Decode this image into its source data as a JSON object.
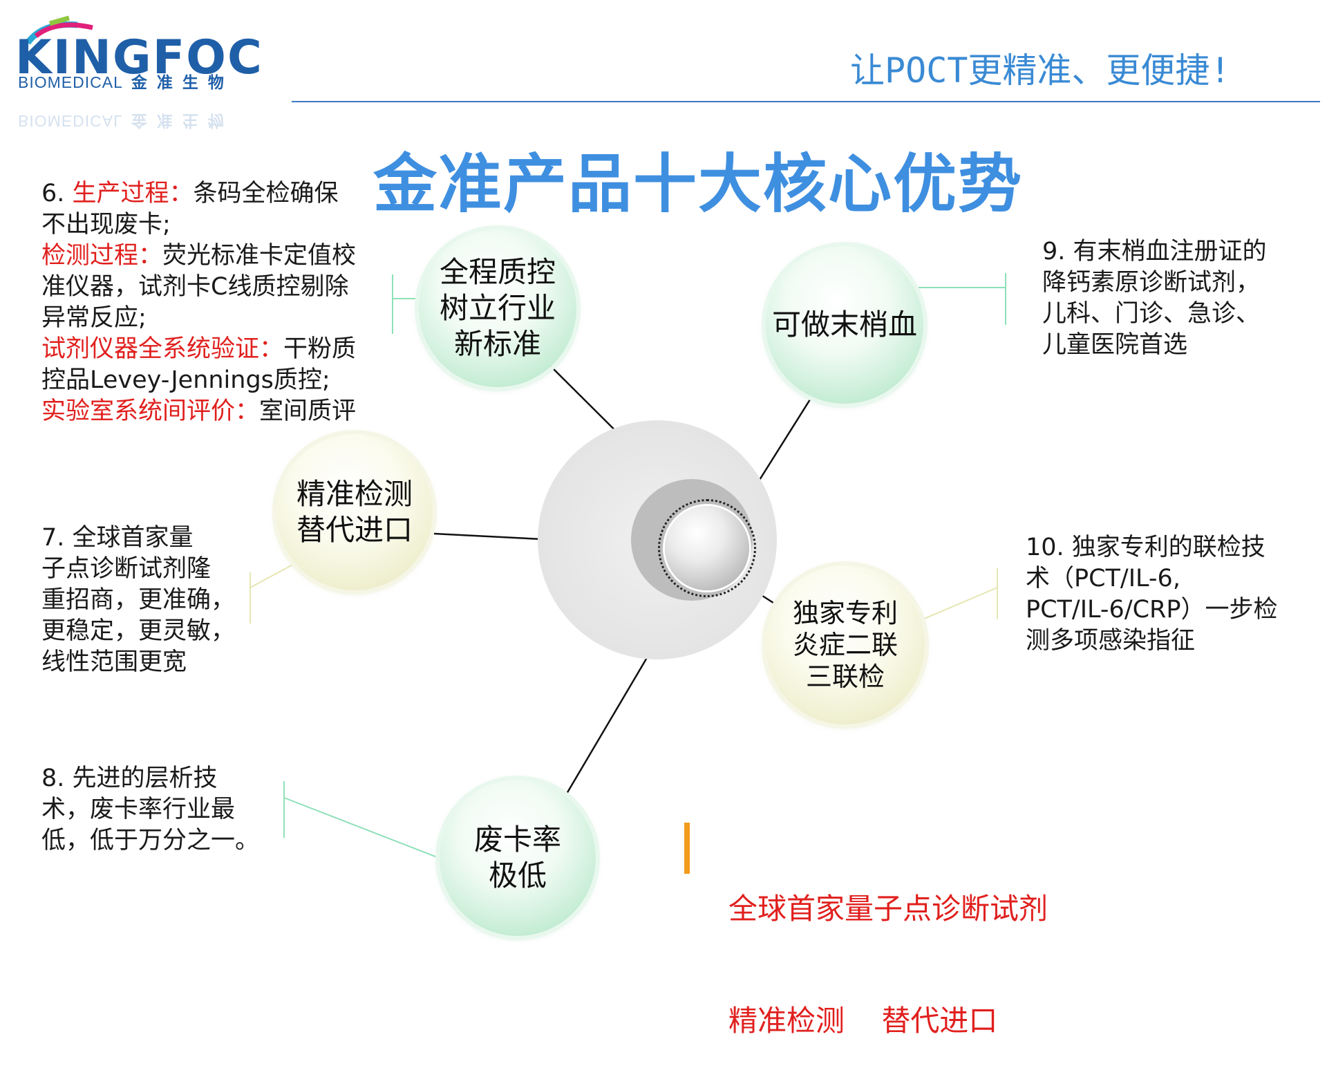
{
  "logo": {
    "word": "KINGFOCUS",
    "sub_en": "BIOMEDICAL",
    "sub_cn": "金准生物",
    "accent_colors": [
      "#1f5fa8",
      "#2aa9d6",
      "#e0207a",
      "#8fc63f"
    ]
  },
  "header": {
    "slogan": "让POCT更精准、更便捷!"
  },
  "title": "金准产品十大核心优势",
  "blocks": {
    "b6": {
      "num": "6. ",
      "l1_red": "生产过程：",
      "l1_black": "条码全检确保",
      "l2": "不出现废卡;",
      "l3_red": "检测过程：",
      "l3_black": "荧光标准卡定值校",
      "l4": "准仪器，试剂卡C线质控剔除",
      "l5": "异常反应;",
      "l6_red": "试剂仪器全系统验证：",
      "l6_black": "干粉质",
      "l7": "控品Levey-Jennings质控;",
      "l8_red": "实验室系统间评价：",
      "l8_black": "室间质评"
    },
    "b7": [
      "7.  全球首家量",
      "子点诊断试剂隆",
      "重招商，更准确，",
      "更稳定，更灵敏，",
      "线性范围更宽"
    ],
    "b8": [
      "8. 先进的层析技",
      "术，废卡率行业最",
      "低，低于万分之一。"
    ],
    "b9": [
      "9.  有末梢血注册证的",
      "降钙素原诊断试剂，",
      "儿科、门诊、急诊、",
      "儿童医院首选"
    ],
    "b10": [
      "10.  独家专利的联检技",
      "术（PCT/IL-6,",
      "PCT/IL-6/CRP）一步检",
      "测多项感染指征"
    ]
  },
  "bubbles": {
    "quality": [
      "全程质控",
      "树立行业",
      "新标准"
    ],
    "peripheral": [
      "可做末梢血"
    ],
    "precise": [
      "精准检测",
      "替代进口"
    ],
    "exclusive": [
      "独家专利",
      "炎症二联",
      "三联检"
    ],
    "lowwaste": [
      "废卡率",
      "极低"
    ]
  },
  "footer": {
    "line1": "全球首家量子点诊断试剂",
    "line2": "精准检测    替代进口"
  },
  "colors": {
    "title_blue": "#3f8fe0",
    "red": "#e0201e",
    "orange": "#f29b1c"
  }
}
